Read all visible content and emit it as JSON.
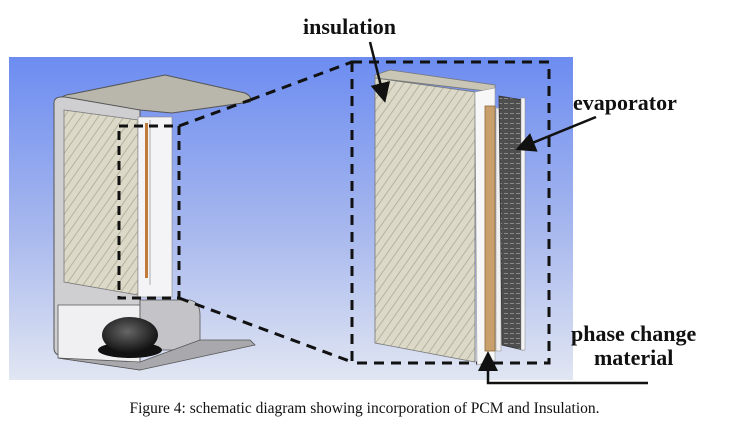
{
  "figure": {
    "caption": "Figure 4: schematic diagram showing incorporation of PCM and Insulation.",
    "labels": {
      "insulation": "insulation",
      "evaporator": "evaporator",
      "pcm_line1": "phase change",
      "pcm_line2": "material"
    },
    "colors": {
      "background_top": "#6f8ff0",
      "background_bottom": "#dde3f2",
      "insulation_fill": "#d9d6c4",
      "pcm_fill": "#c8a070",
      "evaporator_fill": "#555555",
      "frame_fill": "#c9c9c9",
      "dash_color": "#111111"
    }
  }
}
